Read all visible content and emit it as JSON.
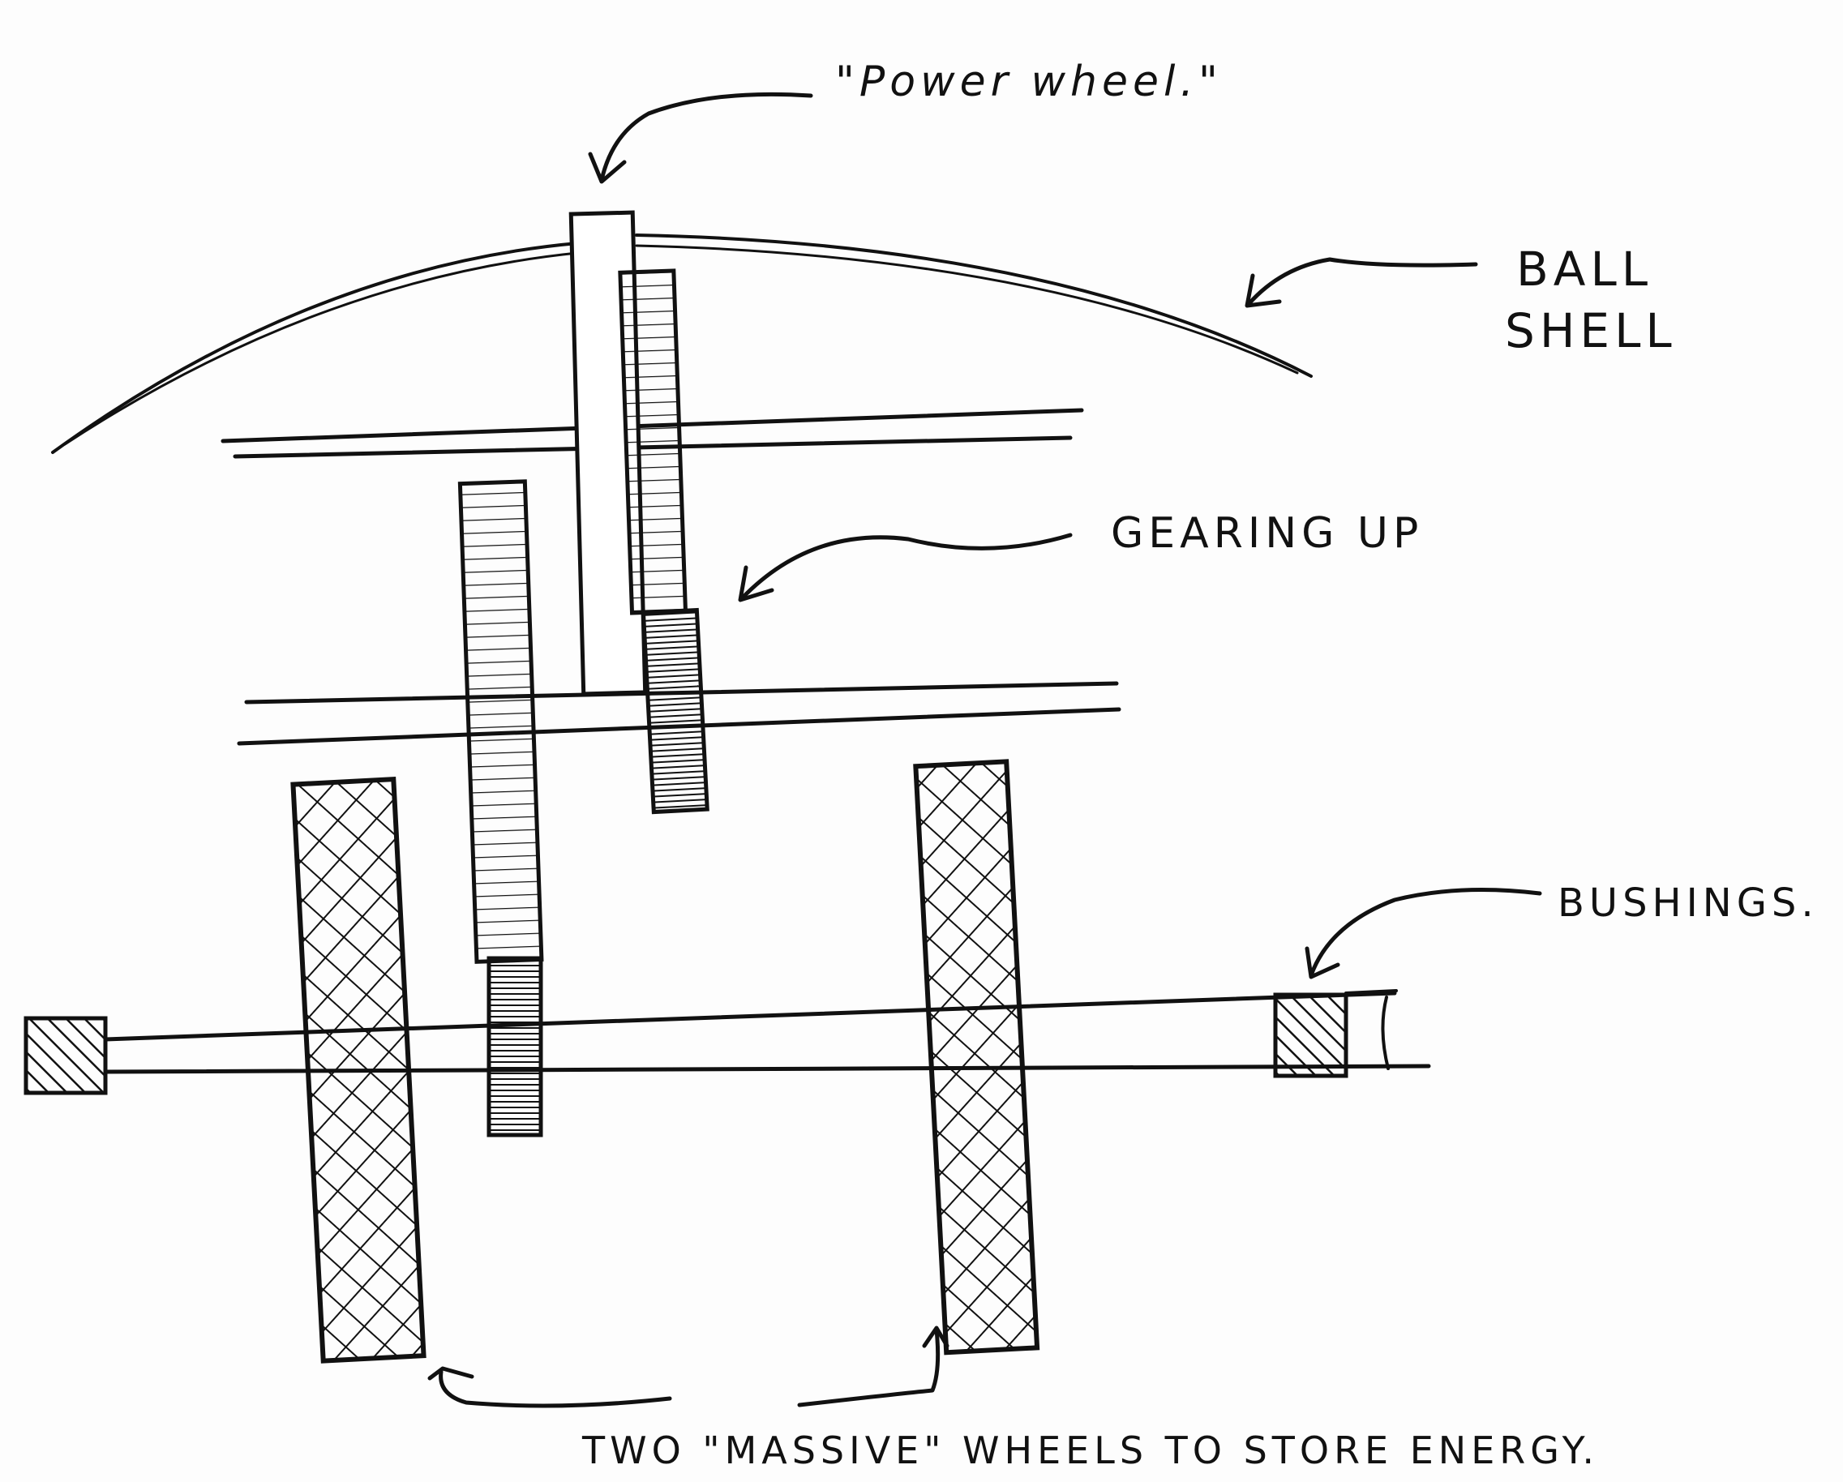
{
  "labels": {
    "power_wheel": "\"Power wheel.\"",
    "ball_shell_line1": "BALL",
    "ball_shell_line2": "SHELL",
    "gearing_up": "GEARING  UP",
    "bushings": "BUSHINGS.",
    "caption": "TWO  \"MASSIVE\"  WHEELS  TO  STORE  ENERGY."
  },
  "colors": {
    "ink": "#111111",
    "paper": "#fdfdfd"
  }
}
